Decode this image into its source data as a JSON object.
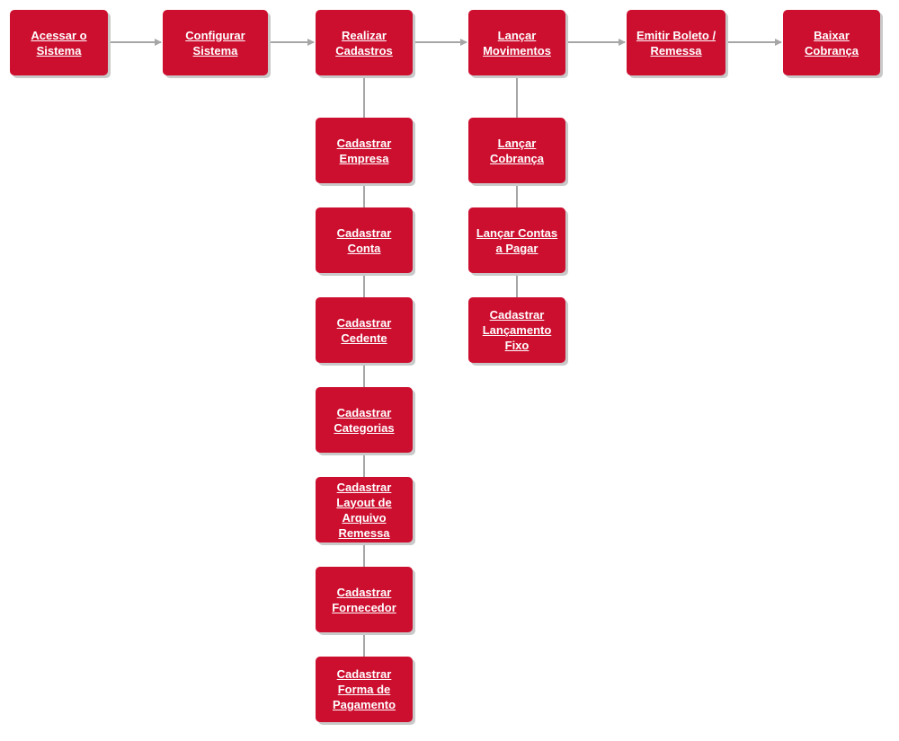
{
  "flow": {
    "acessar_sistema": "Acessar o\nSistema",
    "configurar_sistema": "Configurar\nSistema",
    "realizar_cadastros": "Realizar\nCadastros",
    "lancar_movimentos": "Lançar\nMovimentos",
    "emitir_boleto": "Emitir Boleto /\nRemessa",
    "baixar_cobranca": "Baixar\nCobrança"
  },
  "cadastros": {
    "empresa": "Cadastrar\nEmpresa",
    "conta": "Cadastrar\nConta",
    "cedente": "Cadastrar\nCedente",
    "categorias": "Cadastrar\nCategorias",
    "layout_remessa": "Cadastrar\nLayout de\nArquivo\nRemessa",
    "fornecedor": "Cadastrar\nFornecedor",
    "forma_pagamento": "Cadastrar\nForma de\nPagamento"
  },
  "movimentos": {
    "lancar_cobranca": "Lançar\nCobrança",
    "lancar_contas_pagar": "Lançar Contas\na Pagar",
    "cadastrar_lancamento_fixo": "Cadastrar\nLançamento\nFixo"
  },
  "colors": {
    "node_fill": "#cc0e2f",
    "node_text": "#ffffff",
    "connector": "#a6a6a6",
    "shadow": "#c9c9c9"
  }
}
